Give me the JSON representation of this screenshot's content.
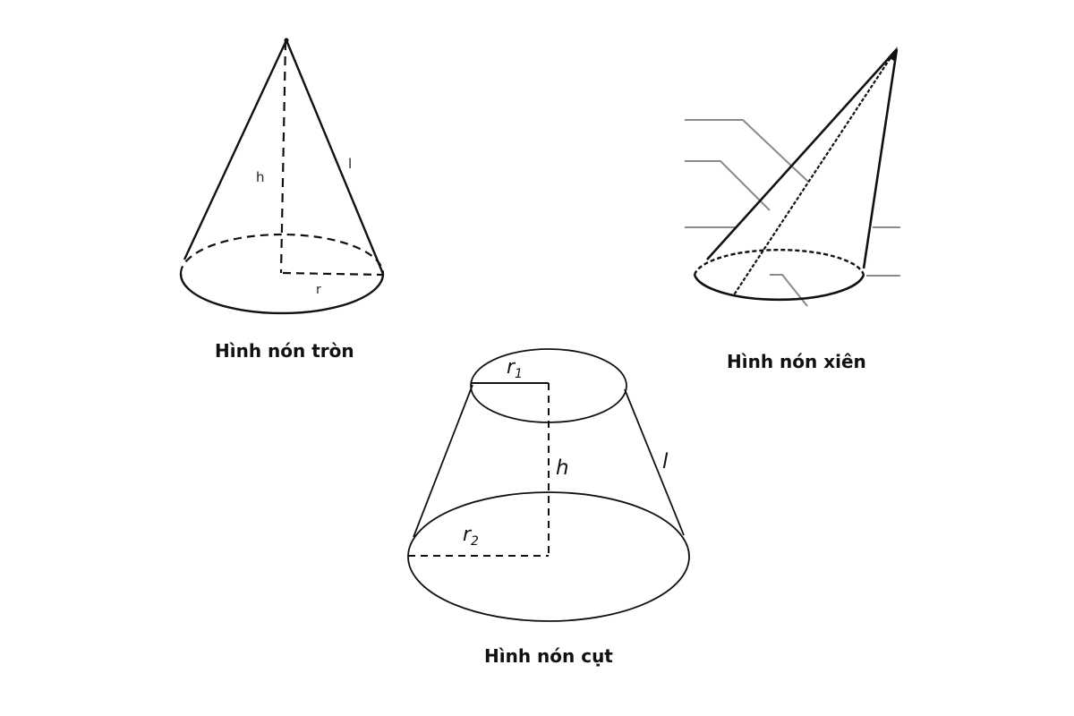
{
  "figures": {
    "right_cone": {
      "caption": "Hình nón tròn",
      "labels": {
        "height": "h",
        "slant": "l",
        "radius": "r"
      }
    },
    "oblique_cone": {
      "caption": "Hình nón xiên"
    },
    "frustum": {
      "caption": "Hình nón cụt",
      "labels": {
        "top_radius": "r",
        "top_radius_sub": "1",
        "height": "h",
        "slant": "l",
        "bottom_radius": "r",
        "bottom_radius_sub": "2"
      }
    }
  },
  "colors": {
    "stroke": "#111111",
    "leader": "#8a8a8a",
    "background": "#ffffff"
  }
}
